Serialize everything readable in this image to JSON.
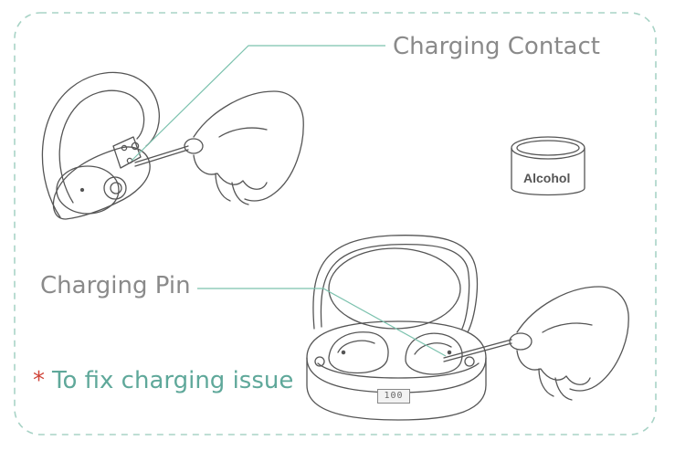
{
  "labels": {
    "charging_contact": "Charging Contact",
    "charging_pin": "Charging Pin",
    "fix_asterisk": "*",
    "fix_text": "To fix charging issue"
  },
  "bottle": {
    "text": "Alcohol"
  },
  "case_display": {
    "text": "100"
  },
  "colors": {
    "border": "#a8d3c6",
    "leader": "#7cc2ae",
    "line_art": "#555555",
    "label_gray": "#8a8a8a",
    "accent_teal": "#5fa89a",
    "asterisk_red": "#d0453a"
  }
}
